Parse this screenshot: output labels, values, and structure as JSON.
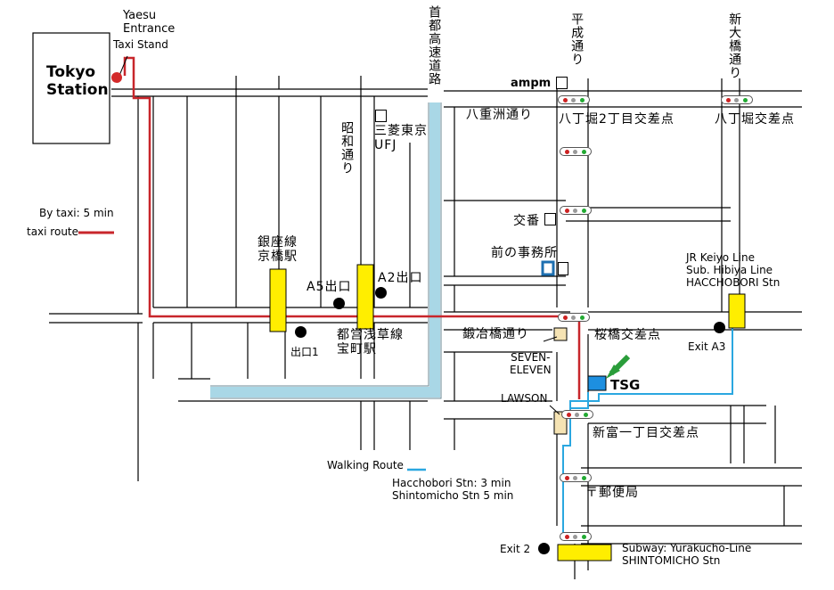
{
  "colors": {
    "taxi_route": "#c8262b",
    "walking_route": "#2aa7e0",
    "expressway": "#a9d7e6",
    "station_yellow": "#ffee00",
    "tsg_blue": "#1d8fe0",
    "arrow_green": "#2a9d3a",
    "store": "#f5e3b3"
  },
  "labels": {
    "tokyo_station": "Tokyo\nStation",
    "yaesu": "Yaesu\nEntrance",
    "taxi_stand": "Taxi Stand",
    "by_taxi": "By taxi: 5 min",
    "taxi_route": "taxi route",
    "expressway": "首都高速道路",
    "heisei_dori": "平成通り",
    "shin_ohashi_dori": "新大橋通り",
    "showa_dori": "昭和通り",
    "ampm": "ampm",
    "yaesu_dori": "八重洲通り",
    "hatchobori_2": "八丁堀2丁目交差点",
    "hatchobori_x": "八丁堀交差点",
    "mufg": "三菱東京\nUFJ",
    "koban": "交番",
    "mae_jimusho": "前の事務所",
    "ginza_line": "銀座線\n京橋駅",
    "a5": "A5出口",
    "a2": "A2出口",
    "exit1": "出口1",
    "asakusa_line": "都営浅草線\n宝町駅",
    "kajibashi_dori": "鍛冶橋通り",
    "sakurabashi": "桜橋交差点",
    "seven_eleven": "SEVEN-\nELEVEN",
    "jr_keiyo": "JR Keiyo Line\nSub. Hibiya Line\nHACCHOBORI Stn",
    "exit_a3": "Exit A3",
    "tsg": "TSG",
    "lawson": "LAWSON",
    "shintomi_x": "新富一丁目交差点",
    "walking_route": "Walking Route",
    "walk_times": "Hacchobori Stn: 3 min\nShintomicho Stn 5 min",
    "post_office": "〒郵便局",
    "exit2": "Exit 2",
    "subway_yurakucho": "Subway: Yurakucho-Line\nSHINTOMICHO Stn"
  }
}
